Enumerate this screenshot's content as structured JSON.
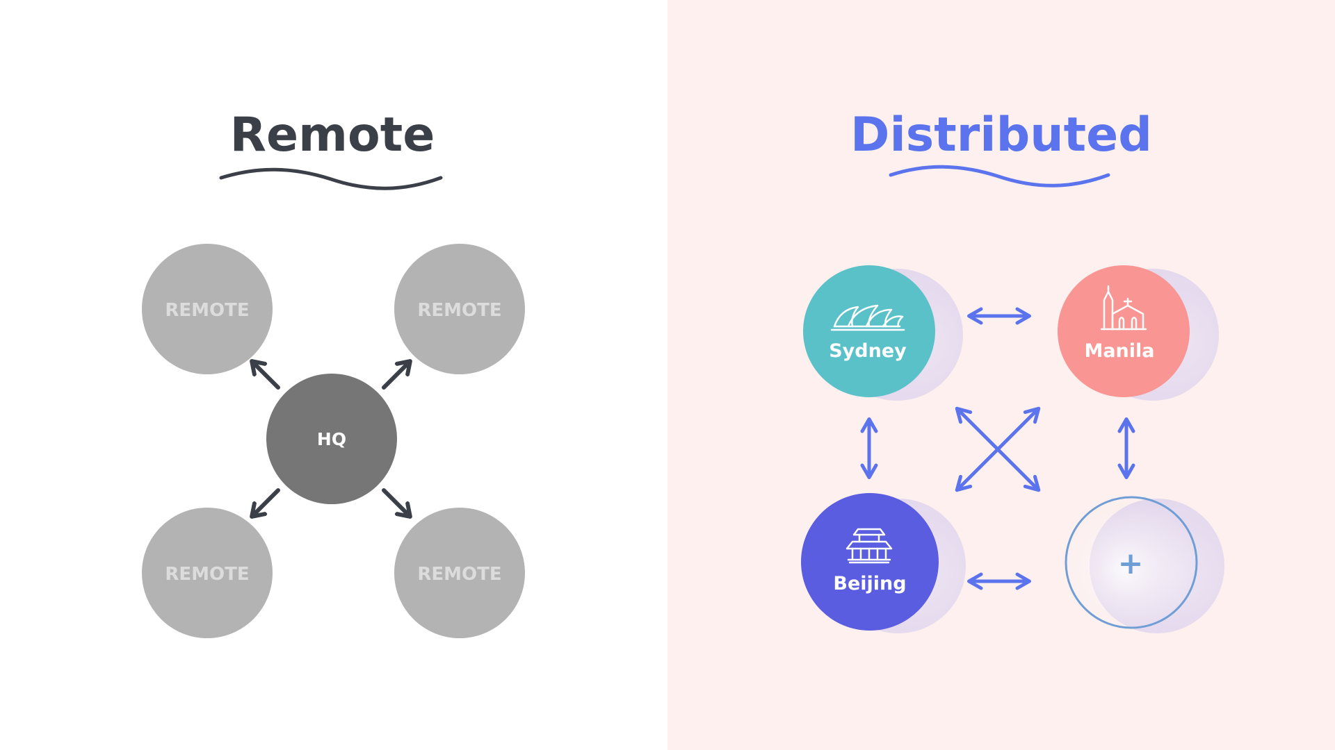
{
  "remote": {
    "title": "Remote",
    "title_color": "#3b3f48",
    "hub_label": "HQ",
    "satellites": [
      {
        "label": "REMOTE"
      },
      {
        "label": "REMOTE"
      },
      {
        "label": "REMOTE"
      },
      {
        "label": "REMOTE"
      }
    ],
    "colors": {
      "hub": "#767676",
      "satellite": "#b3b3b3",
      "satellite_text": "#dcdcdc",
      "arrow": "#3b3f48"
    }
  },
  "distributed": {
    "title": "Distributed",
    "title_color": "#5b74ee",
    "nodes": [
      {
        "label": "Sydney",
        "icon": "opera-house-icon",
        "color": "#5ac1c9"
      },
      {
        "label": "Manila",
        "icon": "cathedral-icon",
        "color": "#f99592"
      },
      {
        "label": "Beijing",
        "icon": "temple-icon",
        "color": "#5a5de0"
      },
      {
        "label": "+",
        "icon": "plus-icon",
        "color": "#6f9ed6"
      }
    ],
    "colors": {
      "arrow": "#5b74ee",
      "background": "#fdf0ee",
      "shadow": "#e3d8ef"
    }
  }
}
